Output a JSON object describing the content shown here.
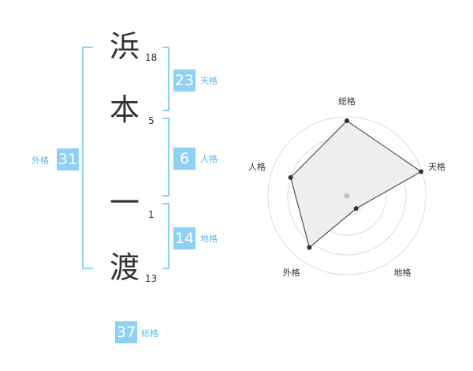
{
  "name": {
    "chars": [
      {
        "char": "浜",
        "strokes": "18"
      },
      {
        "char": "本",
        "strokes": "5"
      },
      {
        "char": "一",
        "strokes": "1"
      },
      {
        "char": "渡",
        "strokes": "13"
      }
    ]
  },
  "fortunes": {
    "tenkaku": {
      "value": "23",
      "label": "天格"
    },
    "jinkaku": {
      "value": "6",
      "label": "人格"
    },
    "chikaku": {
      "value": "14",
      "label": "地格"
    },
    "gaikaku": {
      "value": "31",
      "label": "外格"
    },
    "soukaku": {
      "value": "37",
      "label": "総格"
    }
  },
  "colors": {
    "accent": "#8fd0f5",
    "label": "#5bb8f0",
    "bracket": "#8fd0f5"
  },
  "chart_data": {
    "type": "radar",
    "axes": [
      "総格",
      "天格",
      "地格",
      "外格",
      "人格"
    ],
    "values": [
      0.95,
      0.99,
      0.2,
      0.81,
      0.75
    ],
    "rings": 4
  }
}
